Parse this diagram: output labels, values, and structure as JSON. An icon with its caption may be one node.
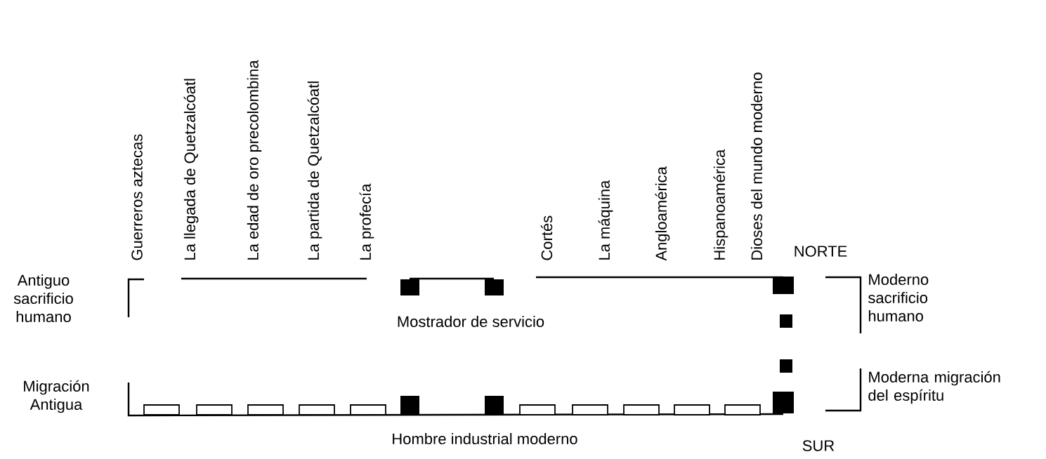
{
  "diagram": {
    "labels": [
      "Guerreros aztecas",
      "La llegada de Quetzalcóatl",
      "La edad de oro precolombina",
      "La partida de Quetzalcóatl",
      "La profecía",
      "Cortés",
      "La máquina",
      "Angloamérica",
      "Hispanoamérica",
      "Dioses del mundo moderno",
      "NORTE",
      "Antiguo sacrificio humano",
      "Moderno sacrificio humano",
      "Mostrador de servicio",
      "Migración Antigua",
      "Moderna migración del espíritu",
      "Hombre industrial moderno",
      "SUR"
    ]
  }
}
